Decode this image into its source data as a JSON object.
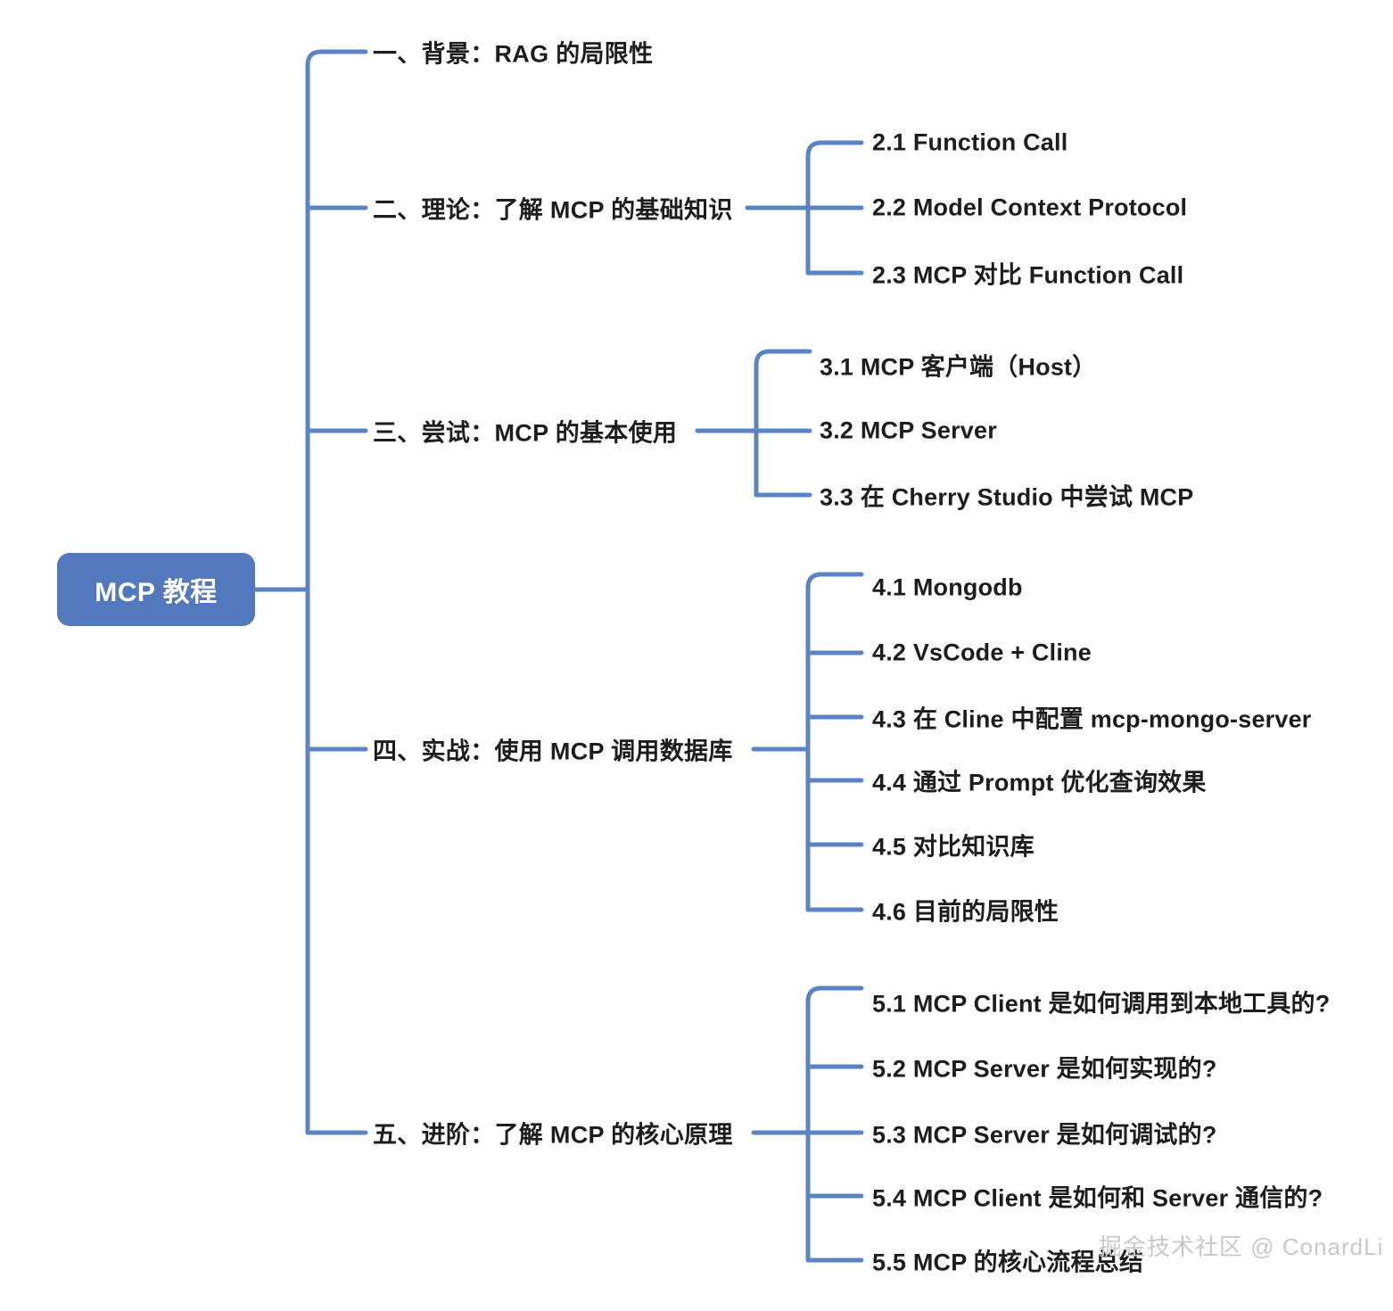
{
  "diagram": {
    "type": "mind-map",
    "background_color": "#ffffff",
    "line_color": "#5b84c4",
    "accent_color": "#5278bd",
    "text_color": "#1d1d1f",
    "root": {
      "label": "MCP 教程",
      "fill": "#5278bd",
      "text_color": "#ffffff"
    },
    "branches": [
      {
        "label": "一、背景：RAG 的局限性",
        "children": []
      },
      {
        "label": "二、理论：了解 MCP 的基础知识",
        "children": [
          {
            "label": "2.1 Function Call"
          },
          {
            "label": "2.2 Model Context Protocol"
          },
          {
            "label": "2.3 MCP 对比 Function Call"
          }
        ]
      },
      {
        "label": "三、尝试：MCP 的基本使用",
        "children": [
          {
            "label": "3.1 MCP 客户端（Host）"
          },
          {
            "label": "3.2 MCP Server"
          },
          {
            "label": "3.3 在 Cherry Studio 中尝试 MCP"
          }
        ]
      },
      {
        "label": "四、实战：使用 MCP 调用数据库",
        "children": [
          {
            "label": "4.1 Mongodb"
          },
          {
            "label": "4.2 VsCode + Cline"
          },
          {
            "label": "4.3 在 Cline 中配置 mcp-mongo-server"
          },
          {
            "label": "4.4 通过 Prompt 优化查询效果"
          },
          {
            "label": "4.5 对比知识库"
          },
          {
            "label": "4.6 目前的局限性"
          }
        ]
      },
      {
        "label": "五、进阶：了解 MCP 的核心原理",
        "children": [
          {
            "label": "5.1 MCP Client 是如何调用到本地工具的?"
          },
          {
            "label": "5.2 MCP Server 是如何实现的?"
          },
          {
            "label": "5.3 MCP Server 是如何调试的?"
          },
          {
            "label": "5.4 MCP Client 是如何和 Server 通信的?"
          },
          {
            "label": "5.5 MCP 的核心流程总结"
          }
        ]
      }
    ],
    "watermark": "掘金技术社区 @ ConardLi"
  }
}
